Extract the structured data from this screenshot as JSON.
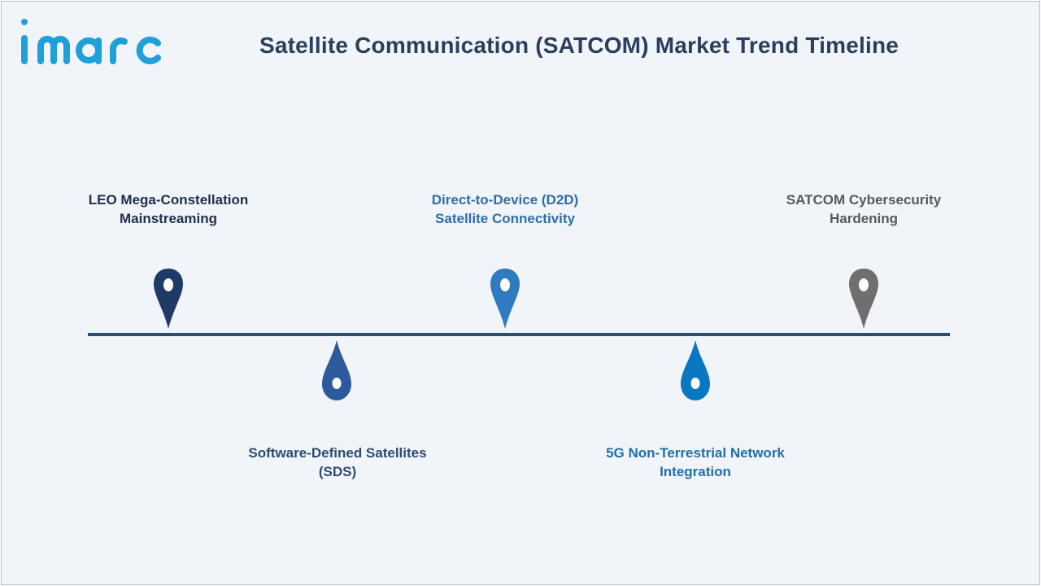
{
  "header": {
    "logo_text": "imarc",
    "title": "Satellite Communication (SATCOM) Market Trend Timeline"
  },
  "colors": {
    "navy": "#1f3a66",
    "steel_blue": "#2d5a9a",
    "sky_blue": "#2f7bbf",
    "bright_blue": "#0a77c2",
    "gray": "#6f6f6f",
    "timeline": "#2b4e6e",
    "logo": "#1fa0d8"
  },
  "trends": [
    {
      "line1": "LEO Mega-Constellation",
      "line2": "Mainstreaming",
      "position": "above",
      "pin": "map-pin-icon"
    },
    {
      "line1": "Software-Defined Satellites",
      "line2": "(SDS)",
      "position": "below",
      "pin": "droplet-icon"
    },
    {
      "line1": "Direct-to-Device (D2D)",
      "line2": "Satellite Connectivity",
      "position": "above",
      "pin": "map-pin-icon"
    },
    {
      "line1": "5G Non-Terrestrial Network",
      "line2": "Integration",
      "position": "below",
      "pin": "droplet-icon"
    },
    {
      "line1": "SATCOM Cybersecurity",
      "line2": "Hardening",
      "position": "above",
      "pin": "map-pin-icon"
    }
  ]
}
